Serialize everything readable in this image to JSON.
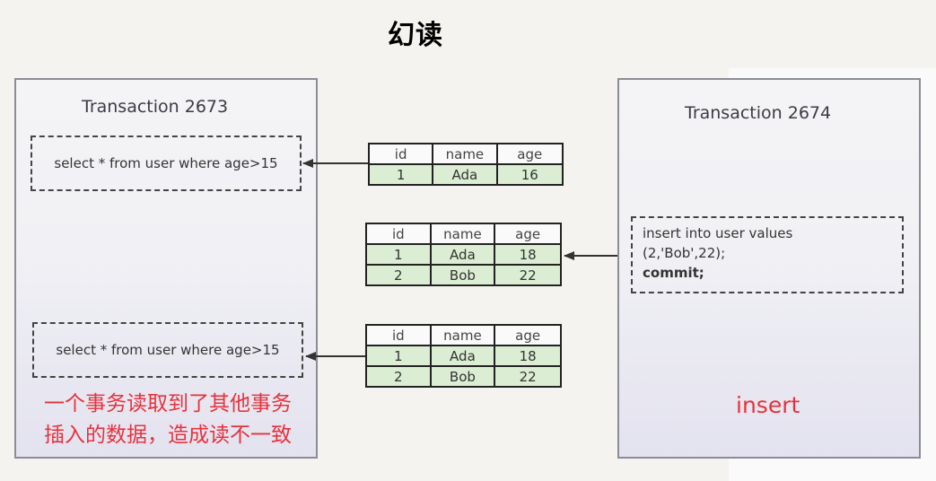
{
  "title": "幻读",
  "left_panel": {
    "title": "Transaction 2673",
    "query1": "select * from user where age>15",
    "query2": "select * from user where age>15",
    "note_line1": "一个事务读取到了其他事务",
    "note_line2": "插入的数据，造成读不一致"
  },
  "right_panel": {
    "title": "Transaction 2674",
    "insert_line1": "insert into user values",
    "insert_line2": "(2,'Bob',22);",
    "commit": "commit;",
    "label": "insert"
  },
  "tables": [
    {
      "headers": [
        "id",
        "name",
        "age"
      ],
      "rows": [
        [
          "1",
          "Ada",
          "16"
        ]
      ]
    },
    {
      "headers": [
        "id",
        "name",
        "age"
      ],
      "rows": [
        [
          "1",
          "Ada",
          "18"
        ],
        [
          "2",
          "Bob",
          "22"
        ]
      ]
    },
    {
      "headers": [
        "id",
        "name",
        "age"
      ],
      "rows": [
        [
          "1",
          "Ada",
          "18"
        ],
        [
          "2",
          "Bob",
          "22"
        ]
      ]
    }
  ],
  "colors": {
    "note_red": "#e8323c",
    "table_row_green": "#dbeed3",
    "panel_border": "#8c8c96"
  }
}
